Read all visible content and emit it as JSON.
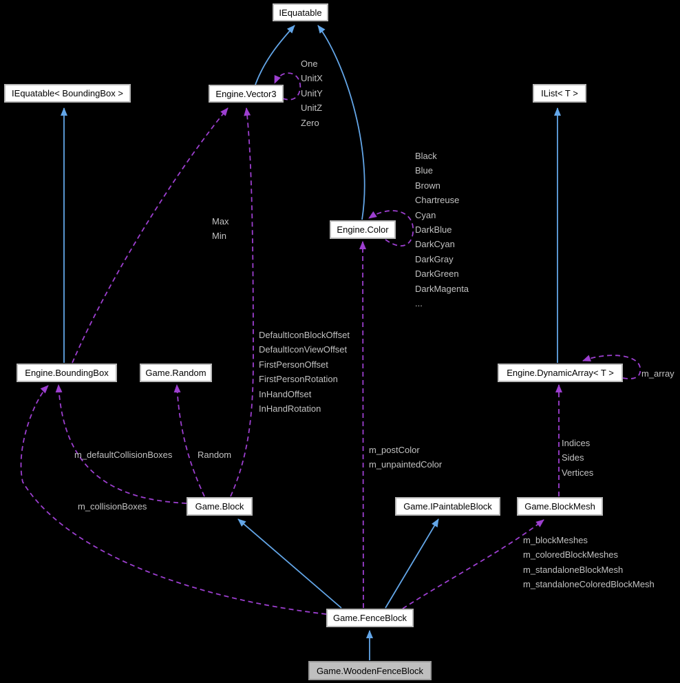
{
  "diagram": {
    "type": "collaboration-graph",
    "colors": {
      "background": "#000000",
      "node_fill": "#ffffff",
      "node_border": "#b9b9b9",
      "node_text": "#000000",
      "selected_node_fill": "#bfbfbf",
      "selected_node_border": "#9a9a9a",
      "inheritance_edge": "#63a6e8",
      "usage_edge": "#9d3fd0",
      "edge_label_text": "#c2c2c2"
    },
    "nodes": [
      {
        "id": "iequatable",
        "label": "IEquatable"
      },
      {
        "id": "iequatable-boundingbox",
        "label": "IEquatable< BoundingBox >"
      },
      {
        "id": "engine-vector3",
        "label": "Engine.Vector3"
      },
      {
        "id": "ilist-t",
        "label": "IList< T >"
      },
      {
        "id": "engine-color",
        "label": "Engine.Color"
      },
      {
        "id": "engine-boundingbox",
        "label": "Engine.BoundingBox"
      },
      {
        "id": "game-random",
        "label": "Game.Random"
      },
      {
        "id": "engine-dynamicarray-t",
        "label": "Engine.DynamicArray< T >"
      },
      {
        "id": "game-block",
        "label": "Game.Block"
      },
      {
        "id": "game-ipaintableblock",
        "label": "Game.IPaintableBlock"
      },
      {
        "id": "game-blockmesh",
        "label": "Game.BlockMesh"
      },
      {
        "id": "game-fenceblock",
        "label": "Game.FenceBlock"
      },
      {
        "id": "game-woodenfenceblock",
        "label": "Game.WoodenFenceBlock"
      }
    ],
    "edge_labels": {
      "vector3_self": [
        "One",
        "UnitX",
        "UnitY",
        "UnitZ",
        "Zero"
      ],
      "color_self": [
        "Black",
        "Blue",
        "Brown",
        "Chartreuse",
        "Cyan",
        "DarkBlue",
        "DarkCyan",
        "DarkGray",
        "DarkGreen",
        "DarkMagenta",
        "..."
      ],
      "boundingbox_vector3": [
        "Max",
        "Min"
      ],
      "block_vector3": [
        "DefaultIconBlockOffset",
        "DefaultIconViewOffset",
        "FirstPersonOffset",
        "FirstPersonRotation",
        "InHandOffset",
        "InHandRotation"
      ],
      "dynamicarray_self": "m_array",
      "block_boundingbox": "m_defaultCollisionBoxes",
      "fenceblock_boundingbox": "m_collisionBoxes",
      "block_random": "Random",
      "fenceblock_color": [
        "m_postColor",
        "m_unpaintedColor"
      ],
      "blockmesh_dynamicarray": [
        "Indices",
        "Sides",
        "Vertices"
      ],
      "fenceblock_blockmesh": [
        "m_blockMeshes",
        "m_coloredBlockMeshes",
        "m_standaloneBlockMesh",
        "m_standaloneColoredBlockMesh"
      ]
    }
  }
}
